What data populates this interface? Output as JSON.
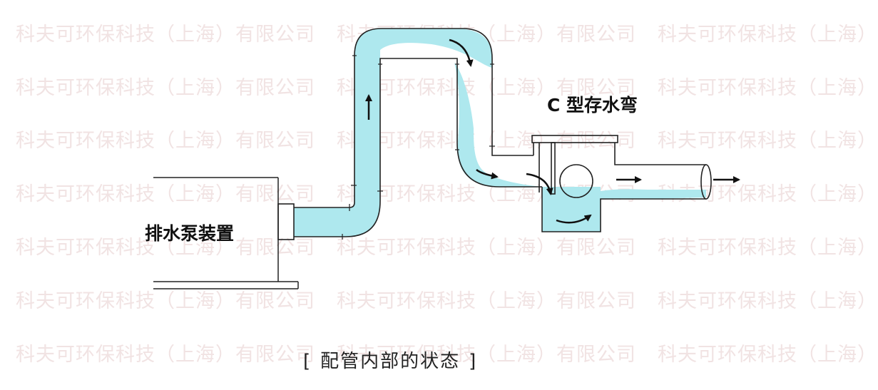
{
  "labels": {
    "pump_device": "排水泵装置",
    "c_trap": "C 型存水弯",
    "caption_open": "[",
    "caption_text": "配管内部的状态",
    "caption_close": "]"
  },
  "watermark": {
    "text": "科夫可环保科技（上海）有限公司",
    "color": "#f1e3e3"
  },
  "colors": {
    "water": "#aee8ee",
    "pipe_stroke": "#222222",
    "background": "#ffffff"
  }
}
